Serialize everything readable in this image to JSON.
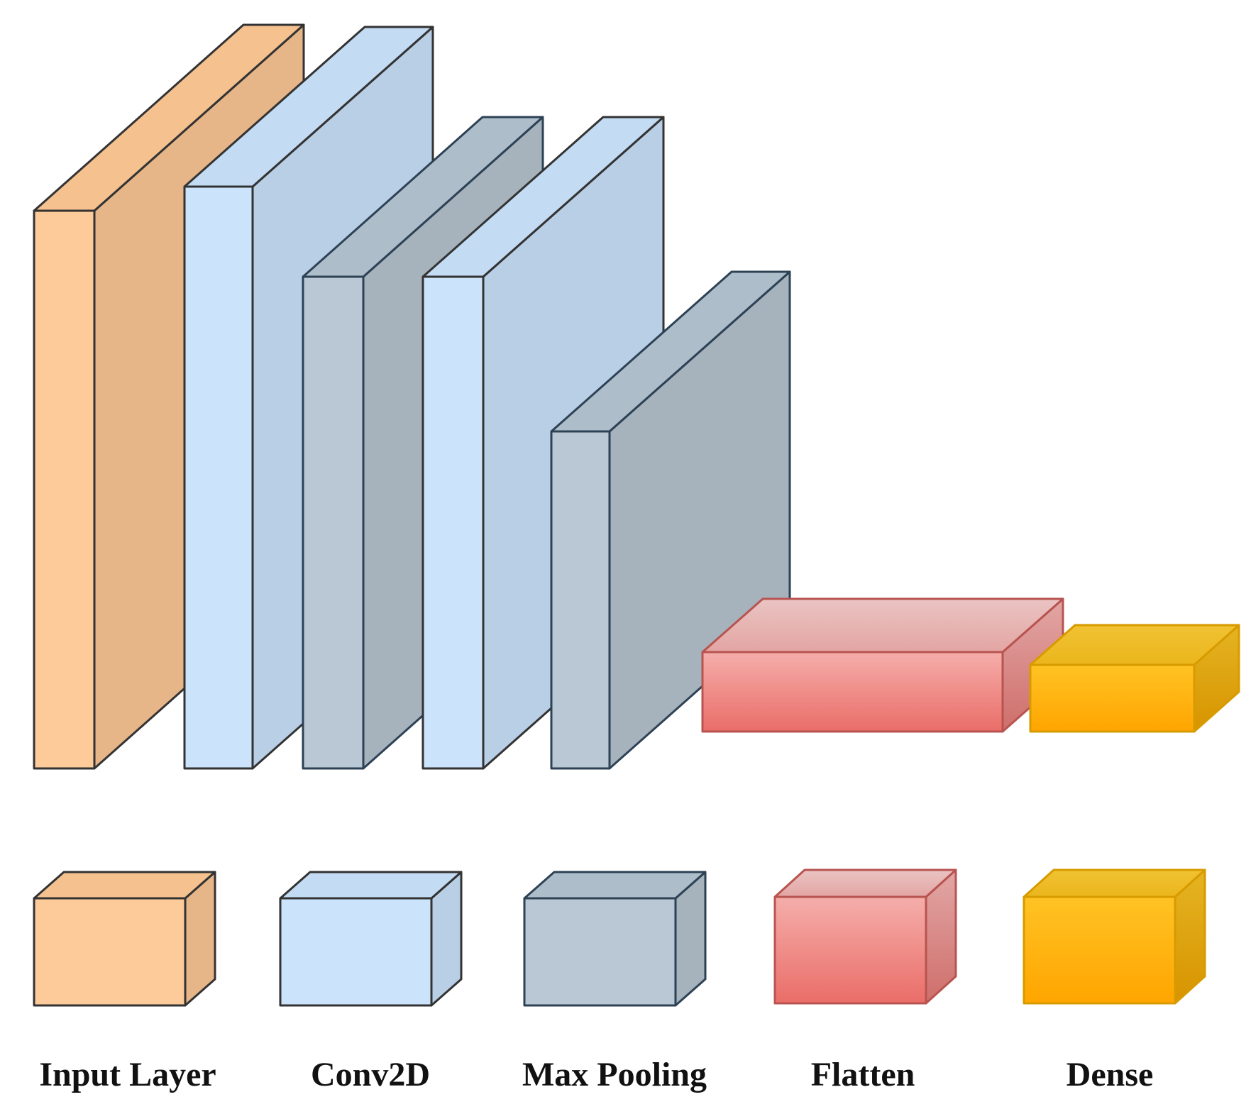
{
  "layer_types": {
    "input": {
      "label": "Input Layer",
      "front": "#fdcb9a",
      "top": "#f4c18f",
      "side": "#e7b688",
      "stroke": "#333333"
    },
    "conv2d": {
      "label": "Conv2D",
      "front": "#cce4fb",
      "top": "#c3dbf3",
      "side": "#b9cfe6",
      "stroke": "#333333"
    },
    "maxpool": {
      "label": "Max Pooling",
      "front": "#b9c8d4",
      "top": "#aebdca",
      "side": "#a6b2bc",
      "stroke": "#2d4255"
    },
    "flatten": {
      "label": "Flatten",
      "front": "#f19a96",
      "top": "#e8b4b4",
      "side": "#d98886",
      "stroke": "#b85450"
    },
    "dense": {
      "label": "Dense",
      "front": "#ffb81a",
      "top": "#efbd2a",
      "side": "#dea312",
      "stroke": "#d79b00"
    }
  },
  "network": [
    "input",
    "conv2d",
    "maxpool",
    "conv2d",
    "maxpool",
    "flatten",
    "dense"
  ],
  "legend": [
    "input",
    "conv2d",
    "maxpool",
    "flatten",
    "dense"
  ]
}
